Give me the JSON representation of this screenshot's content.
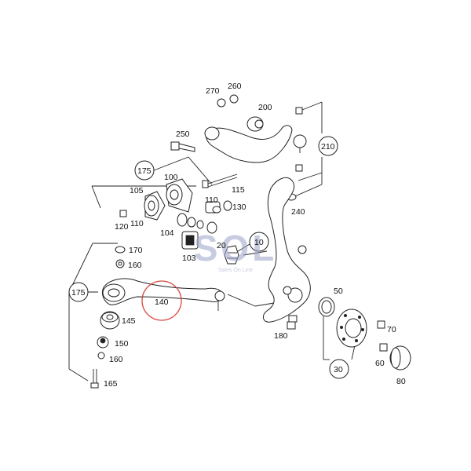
{
  "diagram": {
    "part_numbers": {
      "p270": "270",
      "p260": "260",
      "p200": "200",
      "p250": "250",
      "p210": "210",
      "p175_top": "175",
      "p100": "100",
      "p105": "105",
      "p115": "115",
      "p240": "240",
      "p110_a": "110",
      "p130": "130",
      "p120": "120",
      "p110_b": "110",
      "p104": "104",
      "p103": "103",
      "p20": "20",
      "p10": "10",
      "p170": "170",
      "p160_a": "160",
      "p175_left": "175",
      "p140": "140",
      "p145": "145",
      "p150": "150",
      "p160_b": "160",
      "p165": "165",
      "p50": "50",
      "p70": "70",
      "p180": "180",
      "p60": "60",
      "p30": "30",
      "p80": "80"
    },
    "watermark": {
      "logo_text": "SOL",
      "tagline": "Sales On Line"
    },
    "colors": {
      "highlight_circle": "#d9453f",
      "line": "#222222",
      "watermark": "#9aa3c8"
    }
  }
}
